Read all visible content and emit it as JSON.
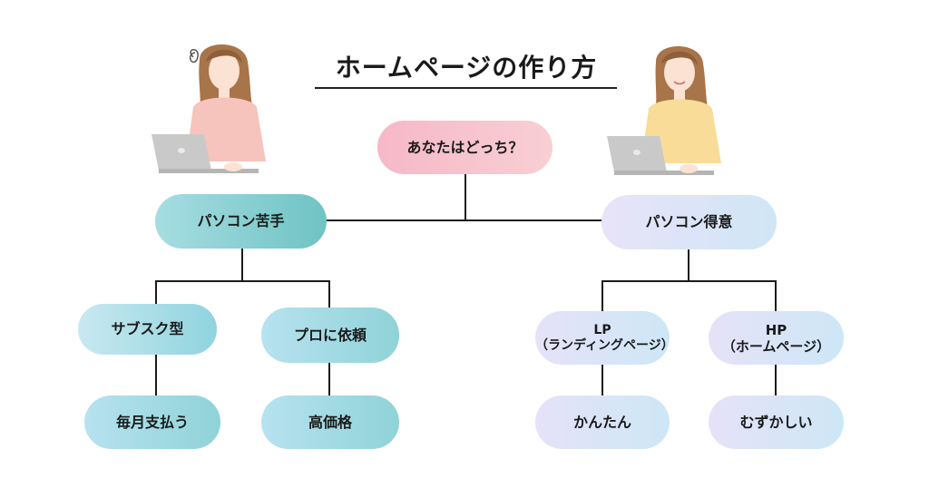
{
  "title": "ホームページの作り方",
  "root": "あなたはどっち？",
  "left": {
    "label": "パソコン苦手",
    "children": [
      {
        "label": "サブスク型",
        "child": "毎月支払う"
      },
      {
        "label": "プロに依頼",
        "child": "高価格"
      }
    ]
  },
  "right": {
    "label": "パソコン得意",
    "children": [
      {
        "label_line1": "LP",
        "label_line2": "（ランディングページ）",
        "child": "かんたん"
      },
      {
        "label_line1": "HP",
        "label_line2": "（ホームページ）",
        "child": "むずかしい"
      }
    ]
  },
  "colors": {
    "root": "#f6b8c7",
    "teal": "#6fc3c4",
    "lavender": "#e9e3f8",
    "line": "#1a1a1a"
  }
}
